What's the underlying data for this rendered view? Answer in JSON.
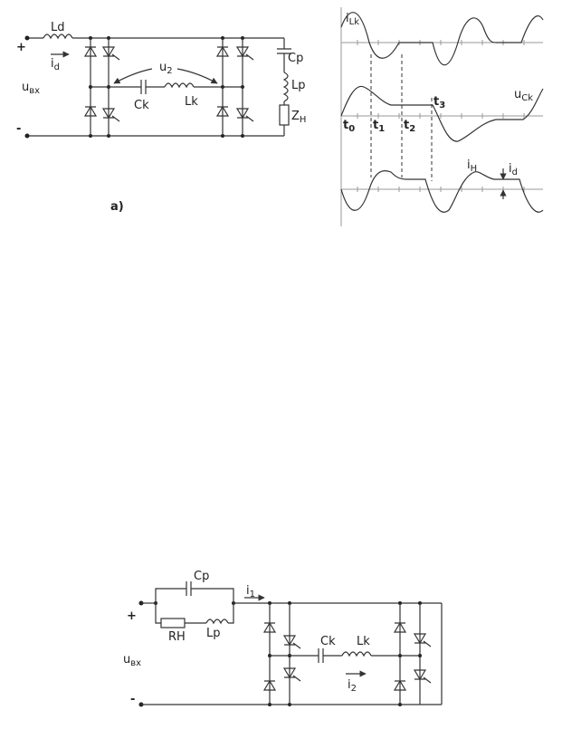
{
  "fig_a": {
    "caption": "a)",
    "uin": "u",
    "uin_sub": "вх",
    "plus": "+",
    "minus": "-",
    "Ld": "Ld",
    "id": "i",
    "id_sub": "d",
    "u2": "u",
    "u2_sub": "2",
    "Ck": "Ck",
    "Lk": "Lk",
    "Cp": "Cp",
    "Lp": "Lp",
    "ZH": "Z",
    "ZH_sub": "H"
  },
  "waveforms": {
    "iLk": "i",
    "iLk_sub": "Lk",
    "uCk": "u",
    "uCk_sub": "Ck",
    "iH": "i",
    "iH_sub": "H",
    "id": "i",
    "id_sub": "d",
    "t0": "t",
    "t0_sub": "0",
    "t1": "t",
    "t1_sub": "1",
    "t2": "t",
    "t2_sub": "2",
    "t3": "t",
    "t3_sub": "3"
  },
  "fig_b": {
    "plus": "+",
    "minus": "-",
    "uin": "u",
    "uin_sub": "вх",
    "Cp": "Cp",
    "RH": "RH",
    "Lp": "Lp",
    "i1": "i",
    "i1_sub": "1",
    "Ck": "Ck",
    "Lk": "Lk",
    "i2": "i",
    "i2_sub": "2"
  }
}
